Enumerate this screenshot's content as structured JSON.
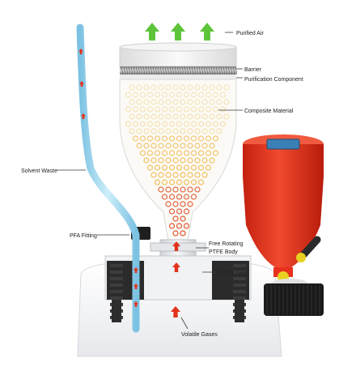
{
  "labels": {
    "purified_air": "Purified Air",
    "barrier": "Barrier",
    "purification_component": "Purification Component",
    "composite_material": "Composite Material",
    "solvent_waste": "Solvent Waste",
    "pfa_fitting": "PFA Fitting",
    "free_rotating_line1": "Free Rotating",
    "free_rotating_line2": "PTFE Body",
    "viton_seal": "VITON Seal",
    "volatile_gases": "Volatile Gases"
  },
  "colors": {
    "green_arrow": "#5ec43a",
    "red_arrow": "#e2321c",
    "tube": "#9fd6ee",
    "housing": "#f3f3f3",
    "pellet_warm": "#f2b13c",
    "pellet_hot": "#e0532a",
    "cap_body": "#e8301d",
    "bottle_cap": "#1a1a1a",
    "viton": "#222222",
    "valve_yellow": "#e8d020"
  },
  "icons": [
    "up-arrow-icon",
    "counter-display-icon"
  ]
}
